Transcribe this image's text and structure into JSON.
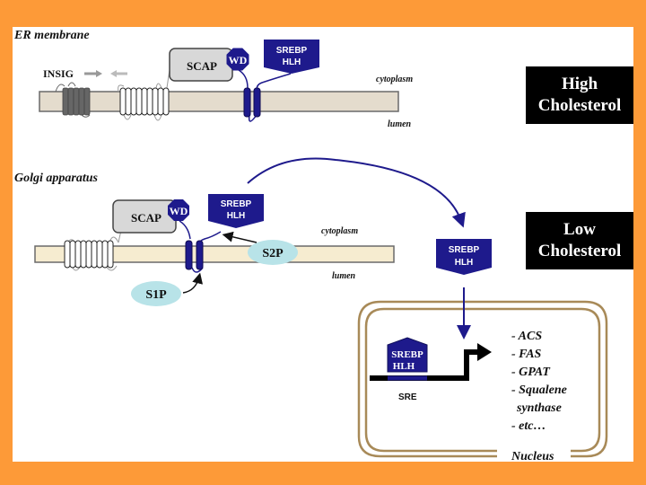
{
  "title": "SREBP pathway regulation by cholesterol",
  "colors": {
    "frame": "#fd9a38",
    "membrane_er": "#e4dccd",
    "membrane_golgi": "#f6ecd0",
    "srebp": "#1e1a8c",
    "scap": "#d8d8d8",
    "protease": "#b8e3e8",
    "nucleus": "#a88a58",
    "condition_box": "#000000"
  },
  "er_panel": {
    "section_label": "ER membrane",
    "insig_label": "INSIG",
    "scap_label": "SCAP",
    "wd_label": "WD",
    "srebp_line1": "SREBP",
    "srebp_line2": "HLH",
    "cytoplasm_label": "cytoplasm",
    "lumen_label": "lumen",
    "condition_line1": "High",
    "condition_line2": "Cholesterol"
  },
  "golgi_panel": {
    "section_label": "Golgi apparatus",
    "scap_label": "SCAP",
    "wd_label": "WD",
    "srebp_line1": "SREBP",
    "srebp_line2": "HLH",
    "cytoplasm_label": "cytoplasm",
    "lumen_label": "lumen",
    "s1p_label": "S1P",
    "s2p_label": "S2P",
    "condition_line1": "Low",
    "condition_line2": "Cholesterol"
  },
  "released": {
    "srebp_line1": "SREBP",
    "srebp_line2": "HLH"
  },
  "nucleus": {
    "label": "Nucleus",
    "srebp_line1": "SREBP",
    "srebp_line2": "HLH",
    "sre_label": "SRE",
    "target_genes": [
      "- ACS",
      "- FAS",
      "- GPAT",
      "- Squalene",
      "synthase",
      "- etc…"
    ]
  }
}
